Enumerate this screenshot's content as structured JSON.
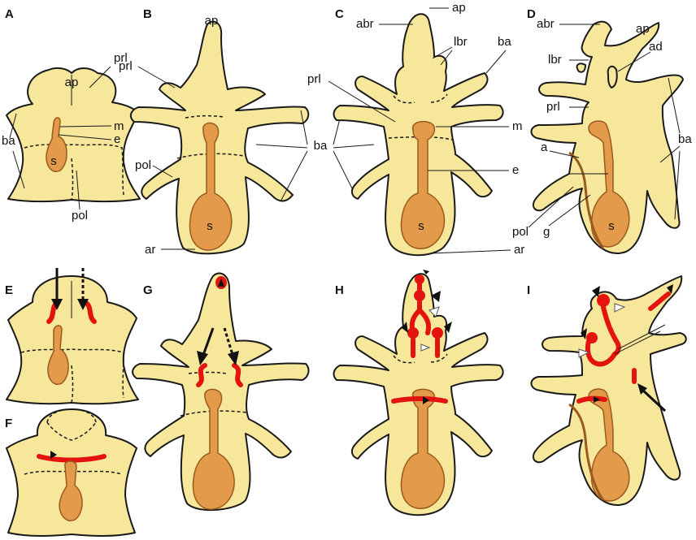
{
  "panels": {
    "A": {
      "letter": "A",
      "ap": "ap",
      "prl": "prl",
      "ba": "ba",
      "m": "m",
      "e": "e",
      "s": "s",
      "pol": "pol"
    },
    "B": {
      "letter": "B",
      "ap": "ap",
      "prl": "prl",
      "pol": "pol",
      "s": "s",
      "ar": "ar"
    },
    "C": {
      "letter": "C",
      "ap": "ap",
      "abr": "abr",
      "lbr": "lbr",
      "ba": "ba",
      "prl": "prl",
      "m": "m",
      "e": "e",
      "s": "s",
      "ar": "ar"
    },
    "D": {
      "letter": "D",
      "abr": "abr",
      "ap": "ap",
      "lbr": "lbr",
      "ad": "ad",
      "prl": "prl",
      "ba": "ba",
      "a": "a",
      "pol": "pol",
      "g": "g",
      "s": "s"
    },
    "E": {
      "letter": "E"
    },
    "F": {
      "letter": "F"
    },
    "G": {
      "letter": "G"
    },
    "H": {
      "letter": "H"
    },
    "I": {
      "letter": "I"
    }
  },
  "shared": {
    "ba": "ba",
    "ar": "ar"
  },
  "colors": {
    "larva_body": "#f7e79a",
    "gut": "#e39a4a",
    "red_marking": "#e3140f",
    "outline": "#1a1a1a"
  }
}
